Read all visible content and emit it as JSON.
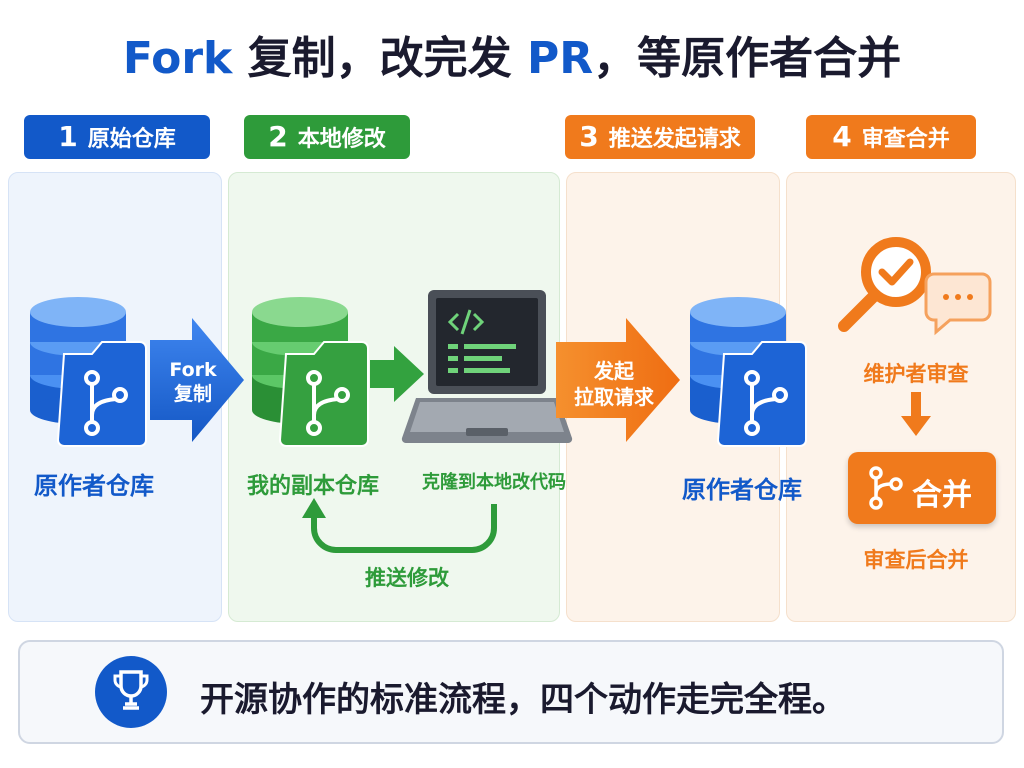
{
  "title": {
    "part1": "Fork",
    "part2": "复制，改完发",
    "part3": "PR",
    "part4": "，等原作者合并"
  },
  "steps": [
    {
      "num": "1",
      "label": "原始仓库",
      "color": "#1259c9"
    },
    {
      "num": "2",
      "label": "本地修改",
      "color": "#2e9b3a"
    },
    {
      "num": "3",
      "label": "推送发起请求",
      "color": "#f07a1c"
    },
    {
      "num": "4",
      "label": "审查合并",
      "color": "#f07a1c"
    }
  ],
  "nodes": {
    "original_repo": "原作者仓库",
    "fork_repo": "我的副本仓库",
    "clone_label": "克隆到本地改代码",
    "push_label": "推送修改",
    "target_repo": "原作者仓库",
    "reviewer": "维护者审查",
    "merge_button": "合并",
    "merged_label": "审查后合并"
  },
  "arrows": {
    "fork_line1": "Fork",
    "fork_line2": "复制",
    "pr_line1": "发起",
    "pr_line2": "拉取请求"
  },
  "icons": [
    "database-icon",
    "branch-icon",
    "laptop-icon",
    "code-icon",
    "magnifier-check-icon",
    "chat-icon",
    "trophy-icon"
  ],
  "footer": "开源协作的标准流程，四个动作走完全程。"
}
